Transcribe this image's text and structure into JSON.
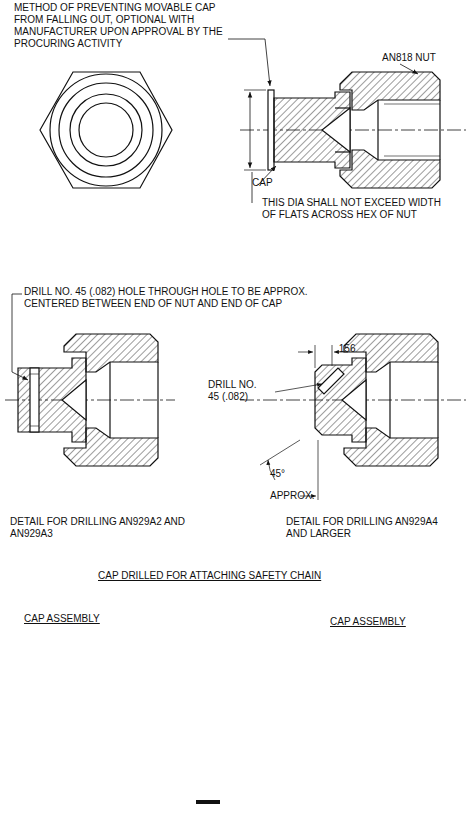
{
  "diagram": {
    "labels": [
      "METHOD OF PREVENTING MOVABLE CAP FROM FALLING OUT, OPTIONAL WITH MANUFACTURER UPON APPROVAL BY THE PROCURING ACTIVITY",
      "AN818 NUT",
      "CAP",
      "THIS DIA SHALL NOT EXCEED WIDTH OF FLATS ACROSS HEX OF NUT",
      "DRILL NO. 45 (.082) HOLE THROUGH HOLE TO BE APPROX. CENTERED BETWEEN END OF NUT AND END OF CAP",
      "DRILL NO. 45 (.082)",
      ".156",
      "45°",
      "APPROX.",
      "DETAIL FOR DRILLING AN929A2 AND AN929A3",
      "DETAIL FOR DRILLING AN929A4 AND LARGER",
      "CAP DRILLED FOR ATTACHING SAFETY CHAIN",
      "CAP ASSEMBLY",
      "CAP ASSEMBLY"
    ]
  }
}
